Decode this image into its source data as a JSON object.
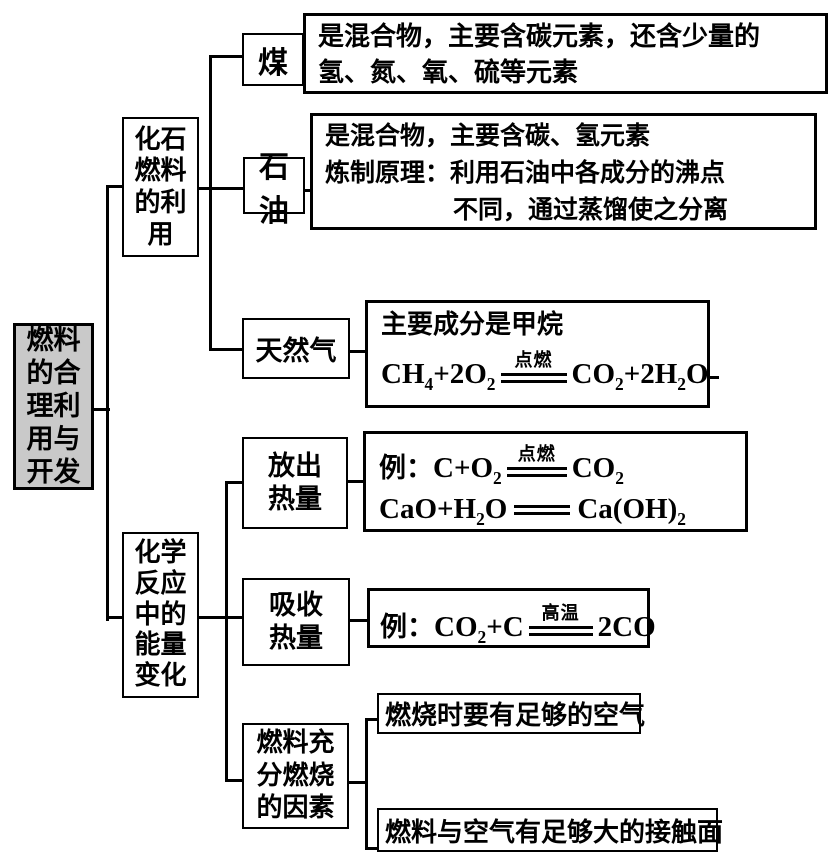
{
  "root": {
    "label": "燃料的合理利用与开发"
  },
  "branch_fossil": {
    "label": "化石燃料的利用"
  },
  "branch_energy": {
    "label": "化学反应中的能量变化"
  },
  "coal": {
    "label": "煤",
    "desc_line1": "是混合物，主要含碳元素，还含少量的",
    "desc_line2": "氢、氮、氧、硫等元素"
  },
  "oil": {
    "label": "石油",
    "desc_line1": "是混合物，主要含碳、氢元素",
    "desc_line2": "炼制原理：利用石油中各成分的沸点",
    "desc_line3": "不同，通过蒸馏使之分离"
  },
  "gas": {
    "label": "天然气",
    "desc_line1": "主要成分是甲烷",
    "eq_left": "CH~4~+2O~2~",
    "eq_condition": "点燃",
    "eq_right": "CO~2~+2H~2~O"
  },
  "exothermic": {
    "label": "放出热量",
    "example_prefix": "例：",
    "eq1_left": "C+O~2~",
    "eq1_condition": "点燃",
    "eq1_right": "CO~2~",
    "eq2_left": "CaO+H~2~O",
    "eq2_right": "Ca(OH)~2~"
  },
  "endothermic": {
    "label": "吸收热量",
    "example_prefix": "例：",
    "eq_left": "CO~2~+C",
    "eq_condition": "高温",
    "eq_right": "2CO"
  },
  "combustion_factors": {
    "label": "燃料充分燃烧的因素",
    "factor1": "燃烧时要有足够的空气",
    "factor2": "燃料与空气有足够大的接触面"
  },
  "colors": {
    "root_bg": "#c9c9c9",
    "line": "#000000",
    "text": "#000000"
  }
}
